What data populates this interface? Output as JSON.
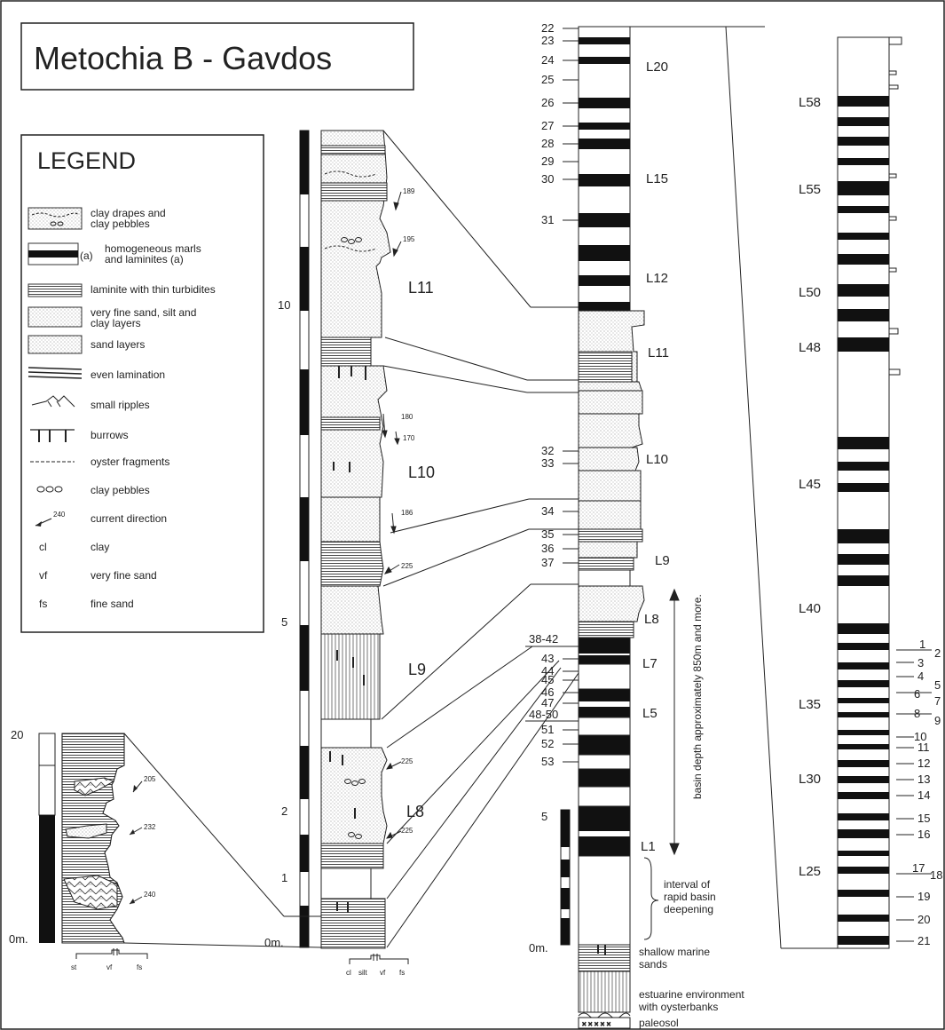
{
  "title": "Metochia B - Gavdos",
  "legend": {
    "heading": "LEGEND",
    "items": [
      {
        "lines": [
          "clay drapes and",
          "clay pebbles"
        ]
      },
      {
        "prefix": "(a)",
        "lines": [
          "homogeneous marls",
          "and laminites (a)"
        ]
      },
      {
        "lines": [
          "laminite with thin turbidites"
        ]
      },
      {
        "lines": [
          "very fine sand, silt and",
          "clay layers"
        ]
      },
      {
        "lines": [
          "sand layers"
        ]
      },
      {
        "lines": [
          "even lamination"
        ]
      },
      {
        "lines": [
          "small ripples"
        ]
      },
      {
        "lines": [
          "burrows"
        ]
      },
      {
        "lines": [
          "oyster fragments"
        ]
      },
      {
        "lines": [
          "clay pebbles"
        ]
      },
      {
        "key": "240",
        "lines": [
          "current direction"
        ]
      },
      {
        "key": "cl",
        "lines": [
          "clay"
        ]
      },
      {
        "key": "vf",
        "lines": [
          "very fine sand"
        ]
      },
      {
        "key": "fs",
        "lines": [
          "fine sand"
        ]
      }
    ]
  },
  "col1": {
    "scale": [
      "20",
      "0m."
    ],
    "currents": [
      "205",
      "232",
      "240"
    ],
    "grain": [
      "st",
      "vf",
      "fs"
    ]
  },
  "col2": {
    "scale": [
      "10",
      "5",
      "2",
      "1",
      "0m."
    ],
    "layers": [
      "L11",
      "L10",
      "L9",
      "L8"
    ],
    "currents": [
      "189",
      "195",
      "180",
      "170",
      "186",
      "225",
      "225",
      "225"
    ],
    "grain": [
      "cl",
      "silt",
      "vf",
      "fs"
    ]
  },
  "col3": {
    "numbers": [
      "22",
      "23",
      "24",
      "25",
      "26",
      "27",
      "28",
      "29",
      "30",
      "31",
      "32",
      "33",
      "34",
      "35",
      "36",
      "37",
      "38-42",
      "43",
      "44",
      "45",
      "46",
      "47",
      "48-50",
      "51",
      "52",
      "53"
    ],
    "layers": [
      "L20",
      "L15",
      "L12",
      "L11",
      "L10",
      "L9",
      "L8",
      "L7",
      "L5",
      "L1"
    ],
    "scale": [
      "5",
      "0m."
    ],
    "basin_note": "basin depth approximately 850m and more.",
    "deepening_note": [
      "interval of",
      "rapid basin",
      "deepening"
    ],
    "facies": [
      {
        "lines": [
          "shallow marine",
          "sands"
        ]
      },
      {
        "lines": [
          "estuarine environment",
          "with oysterbanks"
        ]
      },
      {
        "lines": [
          "paleosol"
        ]
      }
    ]
  },
  "col4": {
    "layers": [
      "L58",
      "L55",
      "L50",
      "L48",
      "L45",
      "L40",
      "L35",
      "L30",
      "L25"
    ],
    "numbers": [
      "1",
      "2",
      "3",
      "4",
      "5",
      "6",
      "7",
      "8",
      "9",
      "10",
      "11",
      "12",
      "13",
      "14",
      "15",
      "16",
      "17",
      "18",
      "19",
      "20",
      "21"
    ]
  }
}
